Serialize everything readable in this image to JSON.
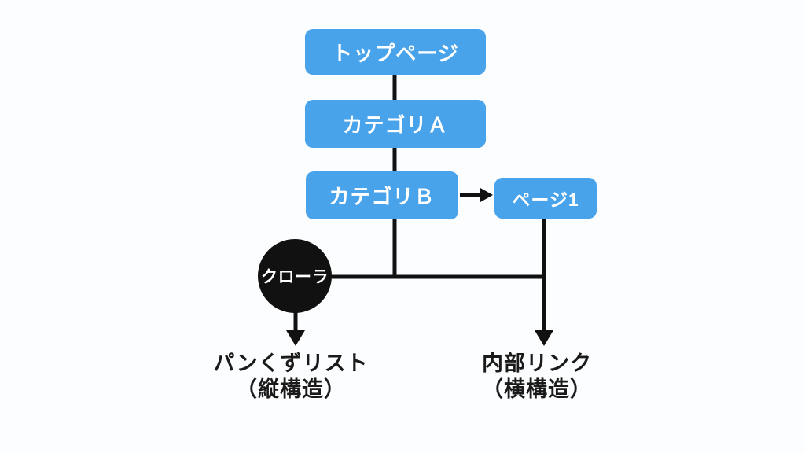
{
  "nodes": {
    "top_page": {
      "label": "トップページ"
    },
    "category_a": {
      "label": "カテゴリＡ"
    },
    "category_b": {
      "label": "カテゴリＢ"
    },
    "page_1": {
      "label": "ページ1"
    },
    "crawler": {
      "label": "クローラ"
    }
  },
  "labels": {
    "breadcrumb": {
      "line1": "パンくずリスト",
      "line2": "（縦構造）"
    },
    "internal_link": {
      "line1": "内部リンク",
      "line2": "（横構造）"
    }
  },
  "colors": {
    "node_fill": "#49a3eb",
    "node_text": "#ffffff",
    "crawler_fill": "#111111",
    "connector": "#111111",
    "label_text": "#1a1a1a",
    "background": "#fcfdfe"
  }
}
